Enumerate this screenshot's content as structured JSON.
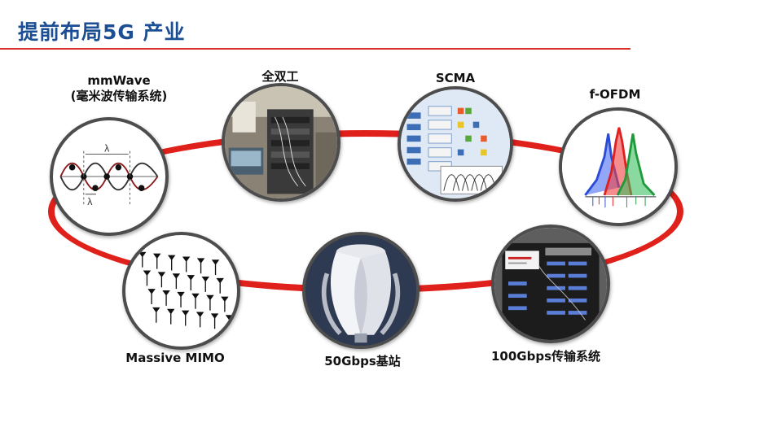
{
  "title": "提前布局5G 产业",
  "nodes": {
    "mmwave": {
      "label_line1": "mmWave",
      "label_line2": "(毫米波传输系统)",
      "lambda": "λ"
    },
    "full_duplex": {
      "label": "全双工"
    },
    "scma": {
      "label": "SCMA"
    },
    "f_ofdm": {
      "label": "f-OFDM"
    },
    "massive_mimo": {
      "label": "Massive MIMO"
    },
    "base_station": {
      "label": "50Gbps基站"
    },
    "transmission_system": {
      "label": "100Gbps传输系统"
    }
  },
  "colors": {
    "title": "#1b4e93",
    "ring": "#e0201b",
    "node_border": "#4d4d4d"
  }
}
